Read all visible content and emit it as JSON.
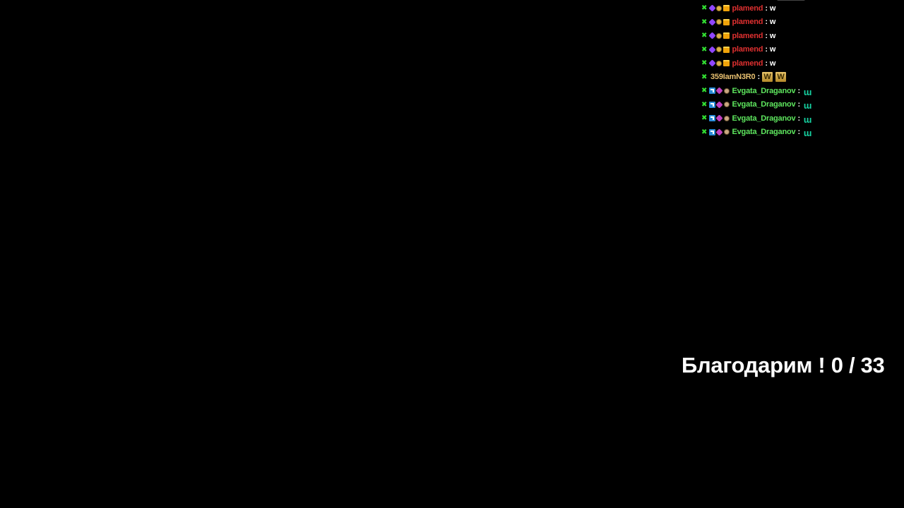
{
  "chat": {
    "messages": [
      {
        "user": "plamend",
        "sep": ":",
        "text": "w",
        "color": "#e03030",
        "badges": [
          "mod",
          "purple",
          "coin",
          "crown"
        ],
        "emote": ""
      },
      {
        "user": "plamend",
        "sep": ":",
        "text": "w",
        "color": "#e03030",
        "badges": [
          "mod",
          "purple",
          "coin",
          "crown"
        ],
        "emote": ""
      },
      {
        "user": "plamend",
        "sep": ":",
        "text": "w",
        "color": "#e03030",
        "badges": [
          "mod",
          "purple",
          "coin",
          "crown"
        ],
        "emote": ""
      },
      {
        "user": "plamend",
        "sep": ":",
        "text": "w",
        "color": "#e03030",
        "badges": [
          "mod",
          "purple",
          "coin",
          "crown"
        ],
        "emote": ""
      },
      {
        "user": "plamend",
        "sep": ":",
        "text": "w",
        "color": "#e03030",
        "badges": [
          "mod",
          "purple",
          "coin",
          "crown"
        ],
        "emote": ""
      },
      {
        "user": "359IamN3R0",
        "sep": ":",
        "text": "",
        "color": "#e8c070",
        "badges": [
          "mod"
        ],
        "emote": "W-gold"
      },
      {
        "user": "Evgata_Draganov",
        "sep": ":",
        "text": "",
        "color": "#5ee65e",
        "badges": [
          "mod",
          "blue",
          "pink",
          "smile"
        ],
        "emote": "ww-teal"
      },
      {
        "user": "Evgata_Draganov",
        "sep": ":",
        "text": "",
        "color": "#5ee65e",
        "badges": [
          "mod",
          "blue",
          "pink",
          "smile"
        ],
        "emote": "ww-teal"
      },
      {
        "user": "Evgata_Draganov",
        "sep": ":",
        "text": "",
        "color": "#5ee65e",
        "badges": [
          "mod",
          "blue",
          "pink",
          "smile"
        ],
        "emote": "ww-teal"
      },
      {
        "user": "Evgata_Draganov",
        "sep": ":",
        "text": "",
        "color": "#5ee65e",
        "badges": [
          "mod",
          "blue",
          "pink",
          "smile"
        ],
        "emote": "ww-teal"
      }
    ]
  },
  "counter": {
    "text": "Благодарим ! 0 / 33"
  },
  "colors": {
    "background": "#000000",
    "mod_badge": "#33e033",
    "text": "#ffffff"
  }
}
